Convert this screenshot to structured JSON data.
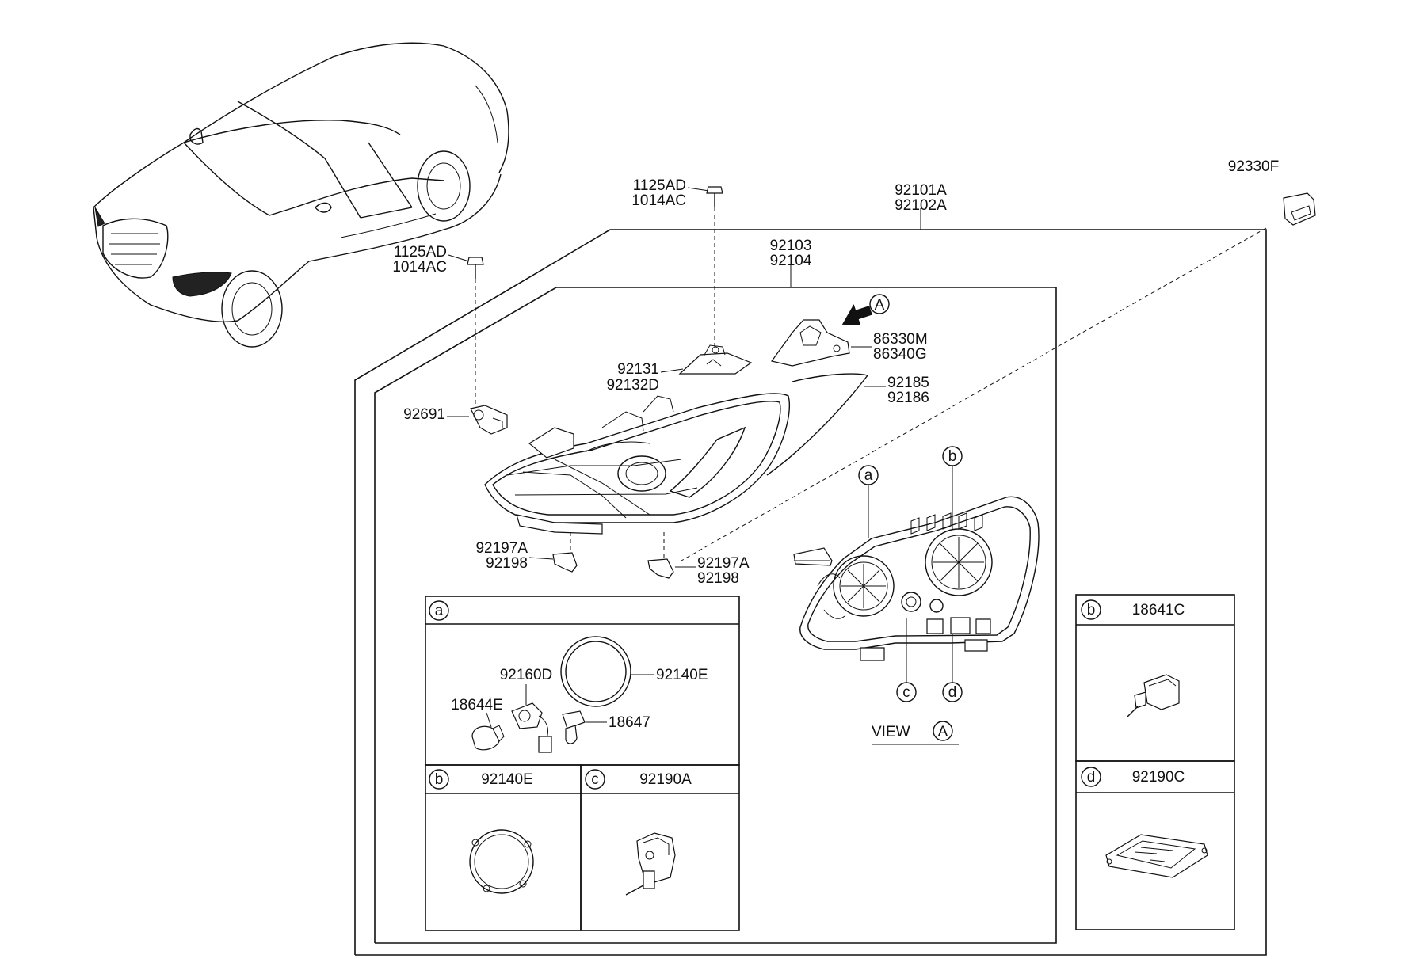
{
  "labels": {
    "assy_lh": "92101A",
    "assy_rh": "92102A",
    "connector": "92330F",
    "housing_lh": "92103",
    "housing_rh": "92104",
    "screw_top_a": "1125AD",
    "screw_top_b": "1014AC",
    "screw_left_a": "1125AD",
    "screw_left_b": "1014AC",
    "bracket_a": "92131",
    "bracket_b": "92132D",
    "bracket2_a": "86330M",
    "bracket2_b": "86340G",
    "trim_a": "92185",
    "trim_b": "92186",
    "leveler": "92691",
    "clip_left_a": "92197A",
    "clip_left_b": "92198",
    "clip_right_a": "92197A",
    "clip_right_b": "92198",
    "view_text": "VIEW",
    "view_letter": "A",
    "arrow_letter": "A"
  },
  "callouts": {
    "a": "a",
    "b": "b",
    "c": "c",
    "d": "d"
  },
  "panel_a": {
    "letter": "a",
    "socket": "92160D",
    "seal_ring": "92140E",
    "bulb_small": "18644E",
    "bulb_main": "18647"
  },
  "panel_b_left": {
    "letter": "b",
    "part": "92140E"
  },
  "panel_c": {
    "letter": "c",
    "part": "92190A"
  },
  "panel_b_right": {
    "letter": "b",
    "part": "18641C"
  },
  "panel_d": {
    "letter": "d",
    "part": "92190C"
  }
}
